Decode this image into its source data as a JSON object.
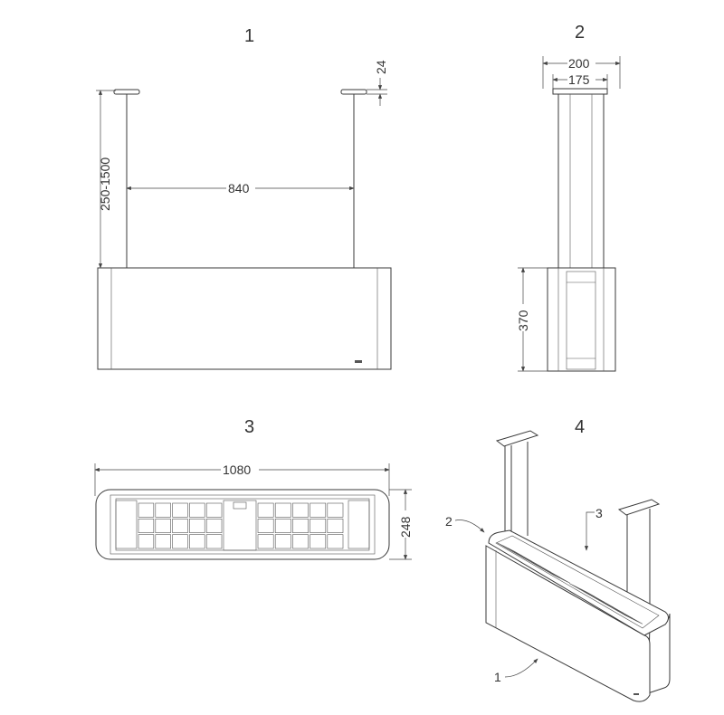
{
  "views": [
    {
      "label": "1",
      "dimensions": {
        "height_range": "250-1500",
        "rod_spacing": "840",
        "plate_height": "24"
      }
    },
    {
      "label": "2",
      "dimensions": {
        "outer_width": "200",
        "inner_width": "175",
        "body_height": "370"
      }
    },
    {
      "label": "3",
      "dimensions": {
        "length": "1080",
        "depth": "248"
      }
    },
    {
      "label": "4",
      "callouts": [
        "1",
        "2",
        "3"
      ]
    }
  ]
}
